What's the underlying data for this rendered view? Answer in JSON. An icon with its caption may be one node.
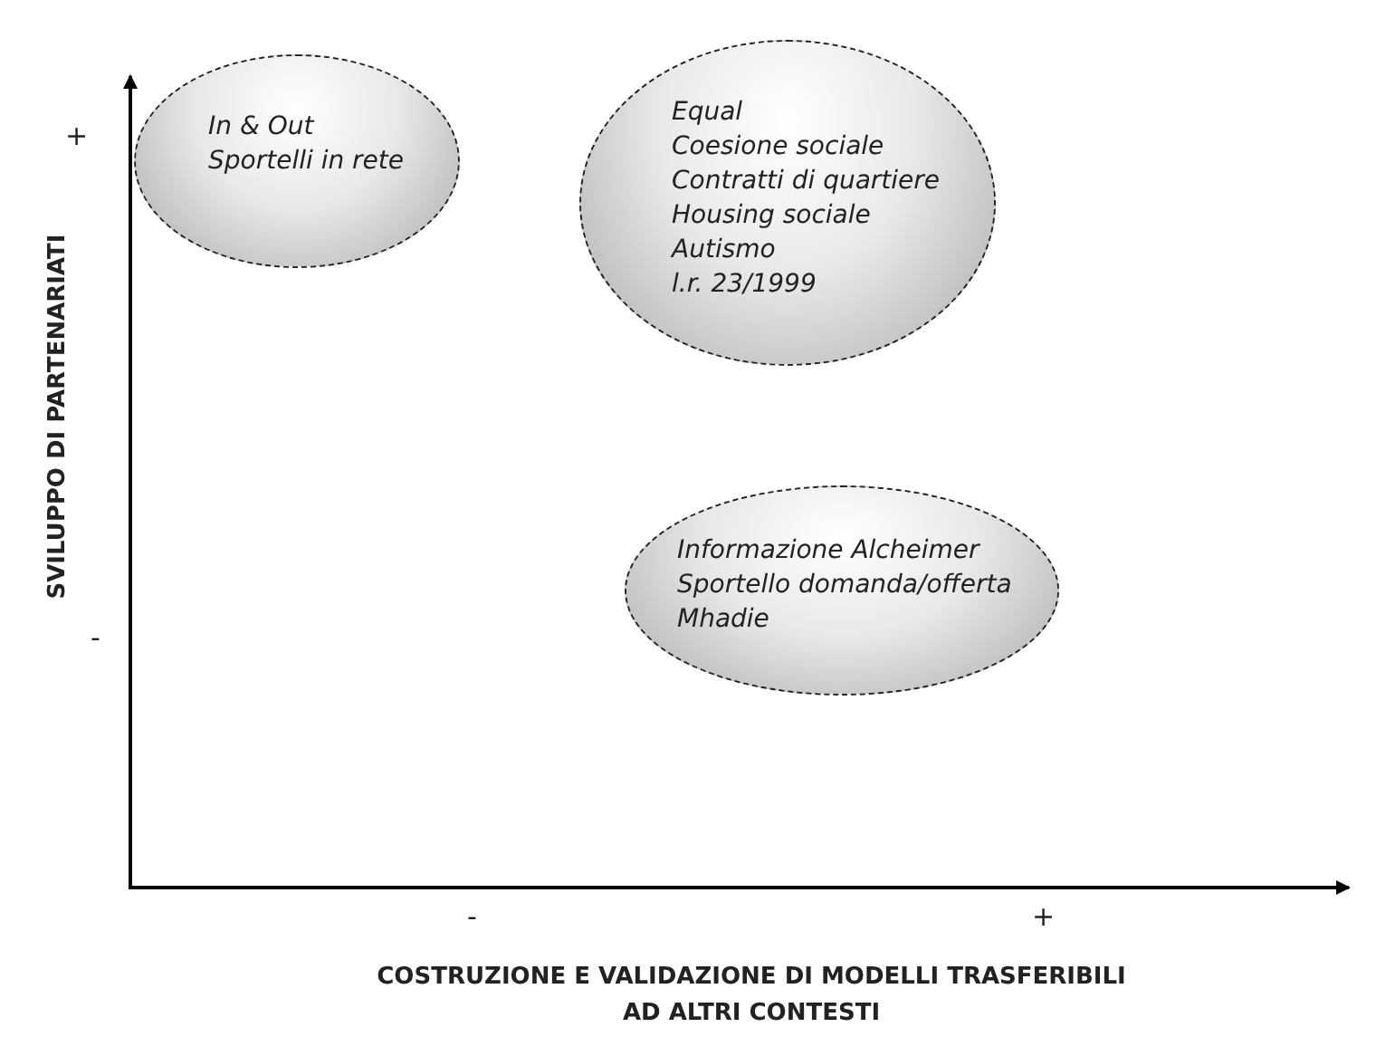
{
  "diagram": {
    "nodes": [
      {
        "text": [
          "In & Out",
          "Sportelli in rete"
        ]
      },
      {
        "text": [
          "Equal",
          "Coesione sociale",
          "Contratti di quartiere",
          "Housing sociale",
          "Autismo",
          "l.r. 23/1999"
        ]
      },
      {
        "text": [
          "Informazione Alcheimer",
          "Sportello domanda/offerta",
          "Mhadie"
        ]
      }
    ],
    "edges": [],
    "labels": [
      "+",
      "SVILUPPO DI PARTENARIATI",
      "-",
      "-",
      "+",
      "COSTRUZIONE E VALIDAZIONE DI MODELLI TRASFERIBILI AD ALTRI CONTESTI"
    ]
  }
}
